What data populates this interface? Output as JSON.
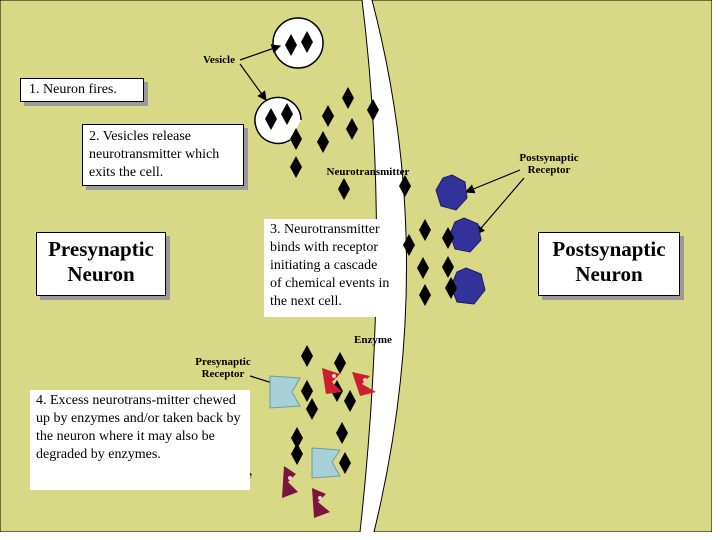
{
  "colors": {
    "membrane": "#d8d986",
    "cleft": "#ffffff",
    "receptor": "#32329a",
    "neurotransmitter": "#000000",
    "enzyme_red": "#cc1f2e",
    "enzyme_dark": "#7a1540",
    "presynaptic_receptor": "#a7cfd8"
  },
  "labels": {
    "vesicle": "Vesicle",
    "neurotransmitter": "Neurotransmitter",
    "postsynaptic_receptor": "Postsynaptic Receptor",
    "presynaptic_receptor": "Presynaptic Receptor",
    "enzyme_top": "Enzyme",
    "enzyme_bottom": "Enzyme"
  },
  "steps": {
    "step1": "1. Neuron fires.",
    "step2": "2. Vesicles release neurotransmitter which exits the cell.",
    "step3": "3. Neurotransmitter binds with receptor initiating a cascade of chemical events in the next cell.",
    "step4": "4. Excess neurotrans-mitter chewed up by enzymes and/or taken back by the neuron where it may also be degraded by enzymes."
  },
  "neurons": {
    "presynaptic": "Presynaptic Neuron",
    "postsynaptic": "Postsynaptic Neuron"
  },
  "icons": {
    "neurotransmitter": "diamond-molecule-icon",
    "receptor": "hexagon-receptor-icon",
    "enzyme": "pacman-enzyme-icon"
  }
}
